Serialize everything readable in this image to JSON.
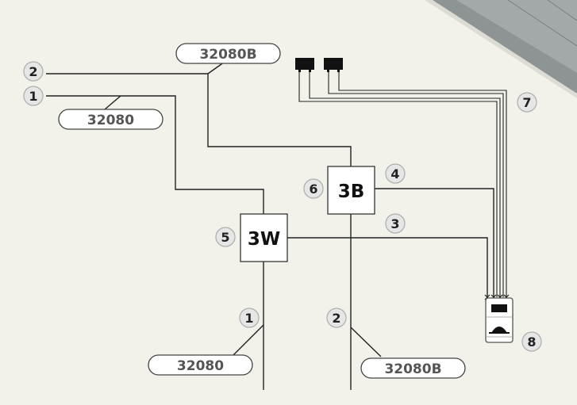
{
  "colors": {
    "background": "#f2f2ea",
    "line": "#222222",
    "badge_fill": "#e6e6e6",
    "badge_stroke": "#b0b0b0"
  },
  "modules": {
    "3W": {
      "label": "3W",
      "badge": "5"
    },
    "3B": {
      "label": "3B",
      "badge": "6"
    }
  },
  "cables": {
    "top_32080B": "32080B",
    "top_32080": "32080",
    "bottom_32080": "32080",
    "bottom_32080B": "32080B"
  },
  "badges": {
    "line_2_top": "2",
    "line_1_top": "1",
    "line_4": "4",
    "line_3": "3",
    "line_1_bottom": "1",
    "line_2_bottom": "2",
    "power_bundle": "7",
    "device_8": "8"
  },
  "icons": {
    "power_plugs": "plug-icon",
    "device_unit": "door-unit-icon"
  }
}
